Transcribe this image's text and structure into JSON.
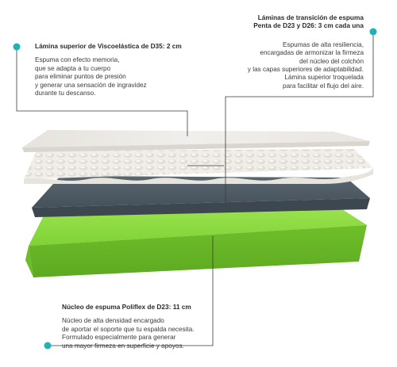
{
  "callouts": {
    "top_left": {
      "title": "Lámina superior de Viscoelástica de D35: 2 cm",
      "body": "Espuma con efecto memoria,\nque se adapta a tu cuerpo\npara eliminar puntos de presión\ny generar una sensación de ingravidez\ndurante tu descanso."
    },
    "top_right": {
      "title": "Láminas de transición de espuma\nPenta de D23 y D26: 3 cm cada una",
      "body": "Espumas de alta resiliencia,\nencargadas de armonizar la firmeza\ndel núcleo del colchón\ny las capas superiores de adaptabilidad.\nLámina superior troquelada\npara facilitar el flujo del aire."
    },
    "bottom": {
      "title": "Núcleo de espuma Poliflex de D23: 11 cm",
      "body": "Núcleo de alta densidad encargado\nde aportar el soporte que tu espalda necesita.\nFormulado especialmente para generar\nuna mayor firmeza en superficie y apoyos."
    }
  },
  "colors": {
    "accent_dot": "#1fb3b8",
    "viscoelastic_layer": "#ece9e4",
    "transition_layer_top": "#f2efea",
    "transition_layer_gray": "#4e5a63",
    "core_layer": "#86d93a"
  }
}
